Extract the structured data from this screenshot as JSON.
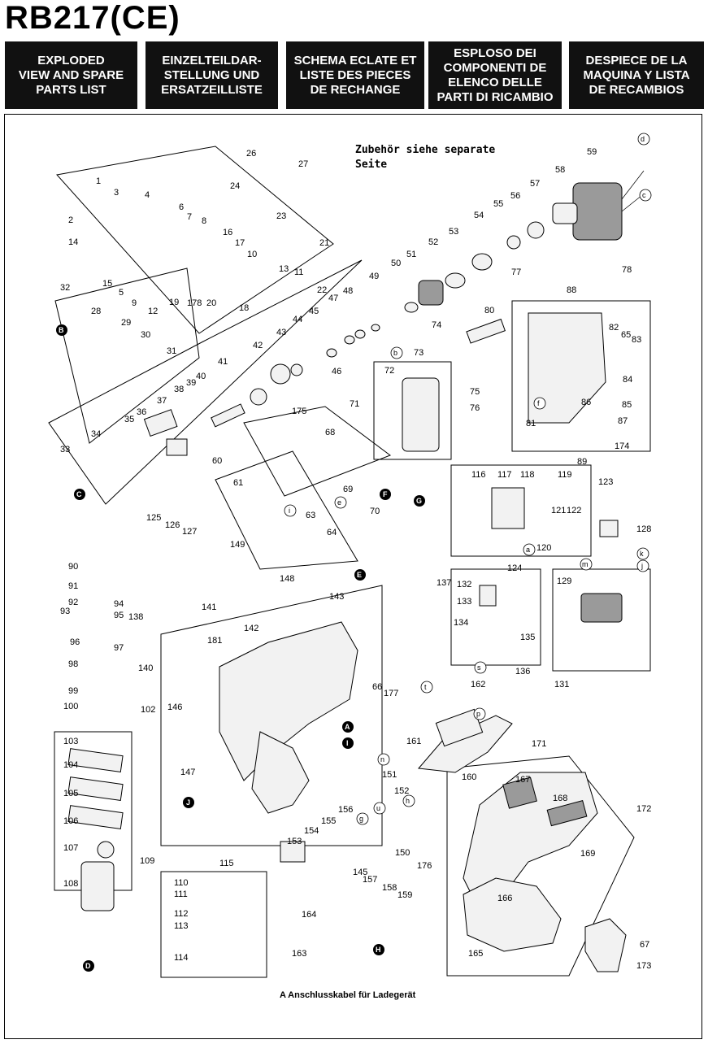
{
  "model": "RB217(CE)",
  "headers": [
    "EXPLODED\nVIEW AND SPARE\nPARTS LIST",
    "EINZELTEILDAR-\nSTELLUNG UND\nERSATZEILLISTE",
    "SCHEMA ECLATE ET\nLISTE DES PIECES\nDE RECHANGE",
    "ESPLOSO DEI\nCOMPONENTI DE\nELENCO DELLE\nPARTI DI RICAMBIO",
    "DESPIECE DE LA\nMAQUINA Y LISTA\nDE RECAMBIOS"
  ],
  "note_accessories": "Zubehör siehe separate\nSeite",
  "footnote": "A Anschlusskabel für Ladegerät",
  "part_labels": [
    "1",
    "2",
    "3",
    "4",
    "5",
    "6",
    "7",
    "8",
    "9",
    "10",
    "11",
    "12",
    "13",
    "14",
    "15",
    "16",
    "17",
    "18",
    "19",
    "20",
    "21",
    "22",
    "23",
    "24",
    "26",
    "27",
    "28",
    "29",
    "30",
    "31",
    "32",
    "33",
    "34",
    "35",
    "36",
    "37",
    "38",
    "39",
    "40",
    "41",
    "42",
    "43",
    "44",
    "45",
    "46",
    "47",
    "48",
    "49",
    "50",
    "51",
    "52",
    "53",
    "54",
    "55",
    "56",
    "57",
    "58",
    "59",
    "60",
    "61",
    "63",
    "64",
    "65",
    "66",
    "67",
    "68",
    "69",
    "70",
    "71",
    "72",
    "73",
    "74",
    "75",
    "76",
    "77",
    "78",
    "80",
    "81",
    "82",
    "83",
    "84",
    "85",
    "86",
    "87",
    "88",
    "89",
    "90",
    "91",
    "92",
    "93",
    "94",
    "95",
    "96",
    "97",
    "98",
    "99",
    "100",
    "102",
    "103",
    "104",
    "105",
    "106",
    "107",
    "108",
    "109",
    "110",
    "111",
    "112",
    "113",
    "114",
    "115",
    "116",
    "117",
    "118",
    "119",
    "120",
    "121",
    "122",
    "123",
    "124",
    "125",
    "126",
    "127",
    "128",
    "129",
    "131",
    "132",
    "133",
    "134",
    "135",
    "136",
    "137",
    "138",
    "140",
    "141",
    "142",
    "143",
    "145",
    "146",
    "147",
    "148",
    "149",
    "150",
    "151",
    "152",
    "153",
    "154",
    "155",
    "156",
    "157",
    "158",
    "159",
    "160",
    "161",
    "162",
    "163",
    "164",
    "165",
    "166",
    "167",
    "168",
    "169",
    "171",
    "172",
    "173",
    "174",
    "175",
    "176",
    "177",
    "178",
    "181"
  ],
  "connector_refs": [
    "A",
    "B",
    "C",
    "D",
    "E",
    "F",
    "G",
    "H",
    "I",
    "J"
  ],
  "wire_refs": [
    "a",
    "b",
    "c",
    "d",
    "e",
    "f",
    "g",
    "h",
    "i",
    "j",
    "k",
    "m",
    "n",
    "p",
    "s",
    "t",
    "u"
  ]
}
